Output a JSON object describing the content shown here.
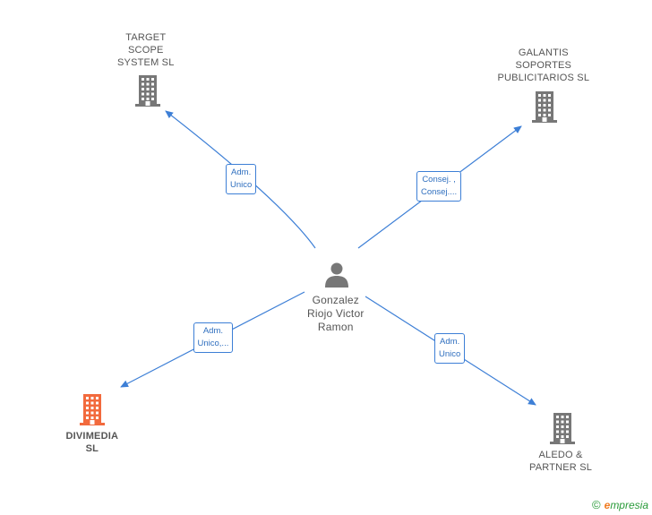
{
  "center_person": {
    "lines": [
      "Gonzalez",
      "Riojo Victor",
      "Ramon"
    ],
    "icon": "person-icon"
  },
  "companies": [
    {
      "id": "target",
      "lines": [
        "TARGET",
        "SCOPE",
        "SYSTEM  SL"
      ],
      "icon": "building-icon",
      "color": "#777777"
    },
    {
      "id": "galantis",
      "lines": [
        "GALANTIS",
        "SOPORTES",
        "PUBLICITARIOS SL"
      ],
      "icon": "building-icon",
      "color": "#777777"
    },
    {
      "id": "divimedia",
      "lines": [
        "DIVIMEDIA",
        "SL"
      ],
      "icon": "building-icon",
      "color": "#f26a3d"
    },
    {
      "id": "aledo",
      "lines": [
        "ALEDO &",
        "PARTNER  SL"
      ],
      "icon": "building-icon",
      "color": "#777777"
    }
  ],
  "edges": [
    {
      "to": "target",
      "lines": [
        "Adm.",
        "Unico"
      ]
    },
    {
      "to": "galantis",
      "lines": [
        "Consej. ,",
        "Consej...."
      ]
    },
    {
      "to": "divimedia",
      "lines": [
        "Adm.",
        "Unico,..."
      ]
    },
    {
      "to": "aledo",
      "lines": [
        "Adm.",
        "Unico"
      ]
    }
  ],
  "colors": {
    "edge": "#3d7fd6",
    "highlight": "#f26a3d",
    "building": "#777777",
    "person": "#777777"
  },
  "footer": {
    "copyright_symbol": "©",
    "brand_first": "e",
    "brand_rest": "mpresia"
  }
}
